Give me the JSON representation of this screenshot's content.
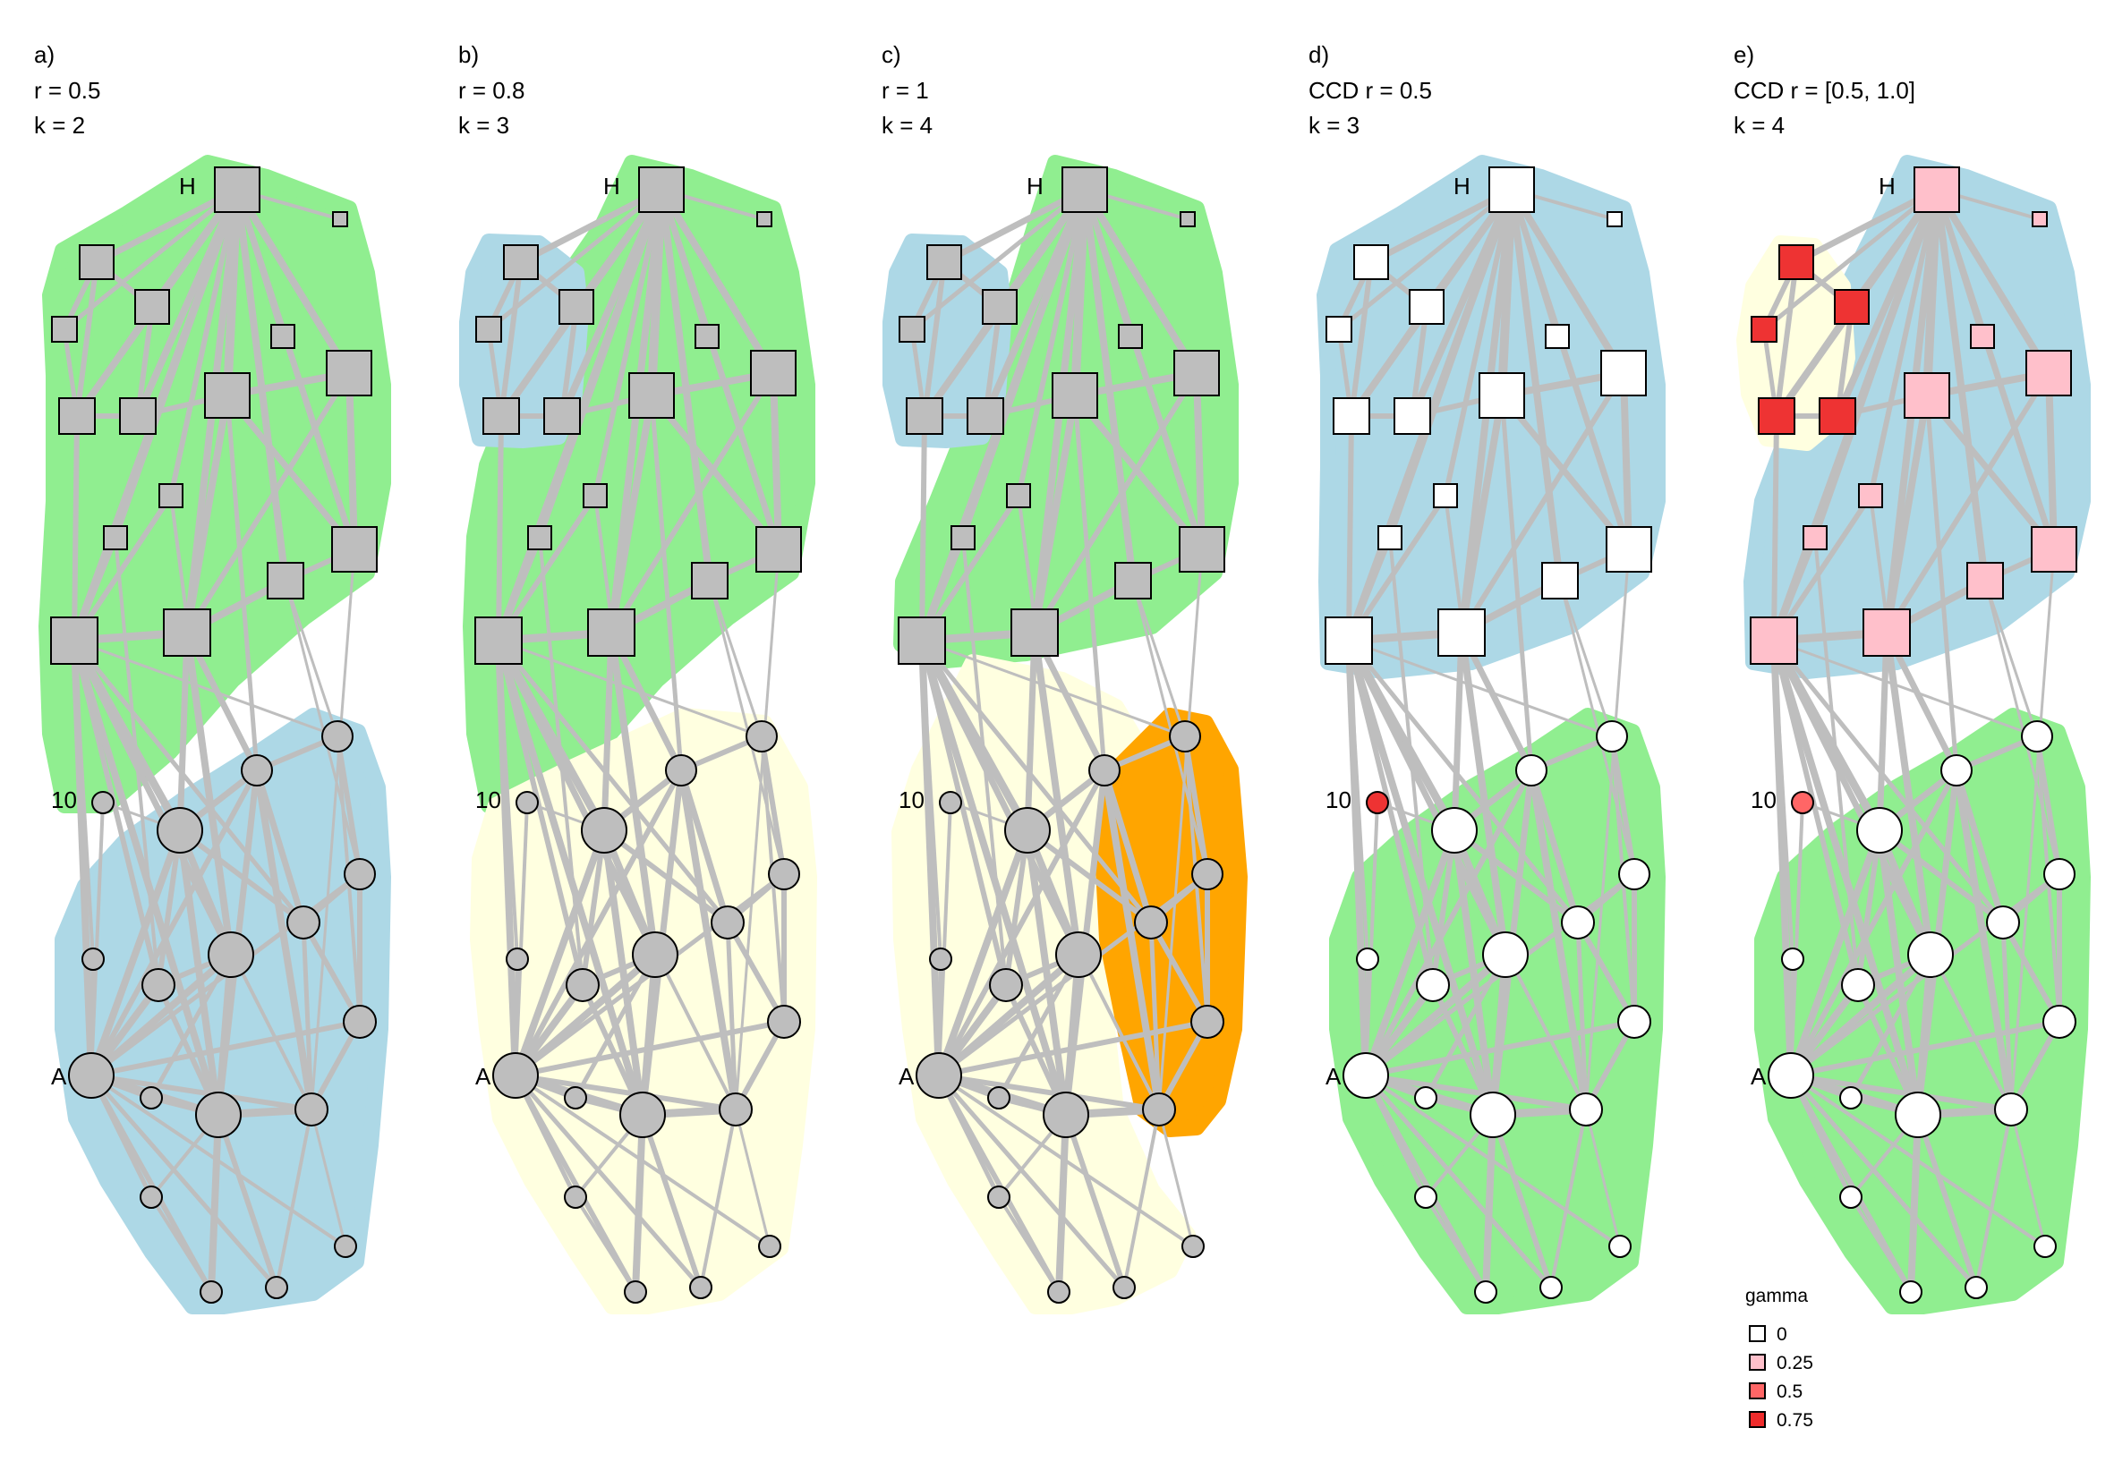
{
  "panels": [
    {
      "id": "a",
      "header": [
        "a)",
        "r = 0.5",
        "k =  2"
      ]
    },
    {
      "id": "b",
      "header": [
        "b)",
        "r = 0.8",
        "k =  3"
      ]
    },
    {
      "id": "c",
      "header": [
        "c)",
        "r = 1",
        "k =  4"
      ]
    },
    {
      "id": "d",
      "header": [
        "d)",
        "CCD r = 0.5",
        "k =  3"
      ]
    },
    {
      "id": "e",
      "header": [
        "e)",
        "CCD r = [0.5, 1.0]",
        "k =  4"
      ]
    }
  ],
  "node_labels": {
    "H": "H",
    "A": "A",
    "ten": "10"
  },
  "colors": {
    "edge": "#bebebe",
    "node_grey": "#bebebe",
    "green_community": "#90ee90",
    "blue_community": "#add8e6",
    "yellow_community": "#ffffe0",
    "orange_community": "#ffa500",
    "gamma_0": "#ffffff",
    "gamma_025": "#ffc0cb",
    "gamma_05": "#ff6666",
    "gamma_075": "#ee3333"
  },
  "legend": {
    "title": "gamma",
    "items": [
      {
        "label": "0",
        "color": "#ffffff"
      },
      {
        "label": "0.25",
        "color": "#ffc0cb"
      },
      {
        "label": "0.5",
        "color": "#ff6666"
      },
      {
        "label": "0.75",
        "color": "#ee2c2c"
      }
    ]
  }
}
